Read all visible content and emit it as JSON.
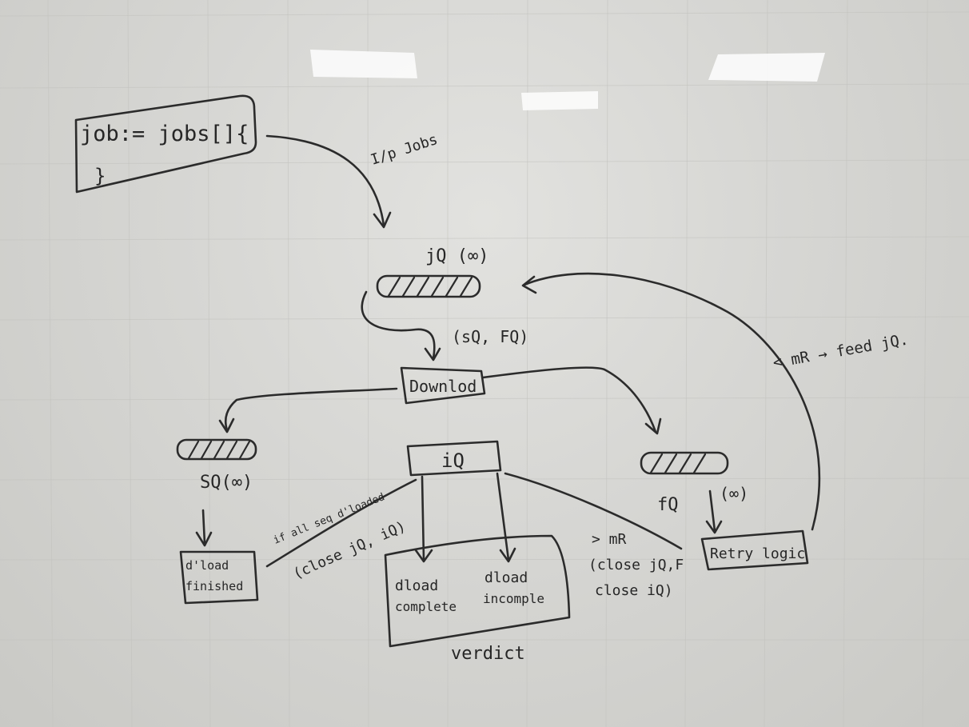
{
  "code_box": {
    "line1": "job:= jobs[]{",
    "line2": "}"
  },
  "labels": {
    "ip_jobs": "I/p Jobs",
    "jq": "jQ (∞)",
    "sq_fq": "(sQ, FQ)",
    "download": "Downlod",
    "sq": "SQ(∞)",
    "iq": "iQ",
    "fq": "fQ",
    "fq_cap": "(∞)",
    "retry": "Retry logic",
    "mr_feed": "< mR → feed jQ.",
    "dload_finished_1": "d'load",
    "dload_finished_2": "finished",
    "sq_note_1": "if all seq d'loaded",
    "sq_note_2": "(close jQ, iQ)",
    "dload_complete_1": "dload",
    "dload_complete_2": "complete",
    "dload_incomplete_1": "dload",
    "dload_incomplete_2": "incomple",
    "verdict": "verdict",
    "mr_gt": "> mR",
    "close_jq_fq": "(close jQ,F",
    "close_iq": "close iQ)"
  }
}
